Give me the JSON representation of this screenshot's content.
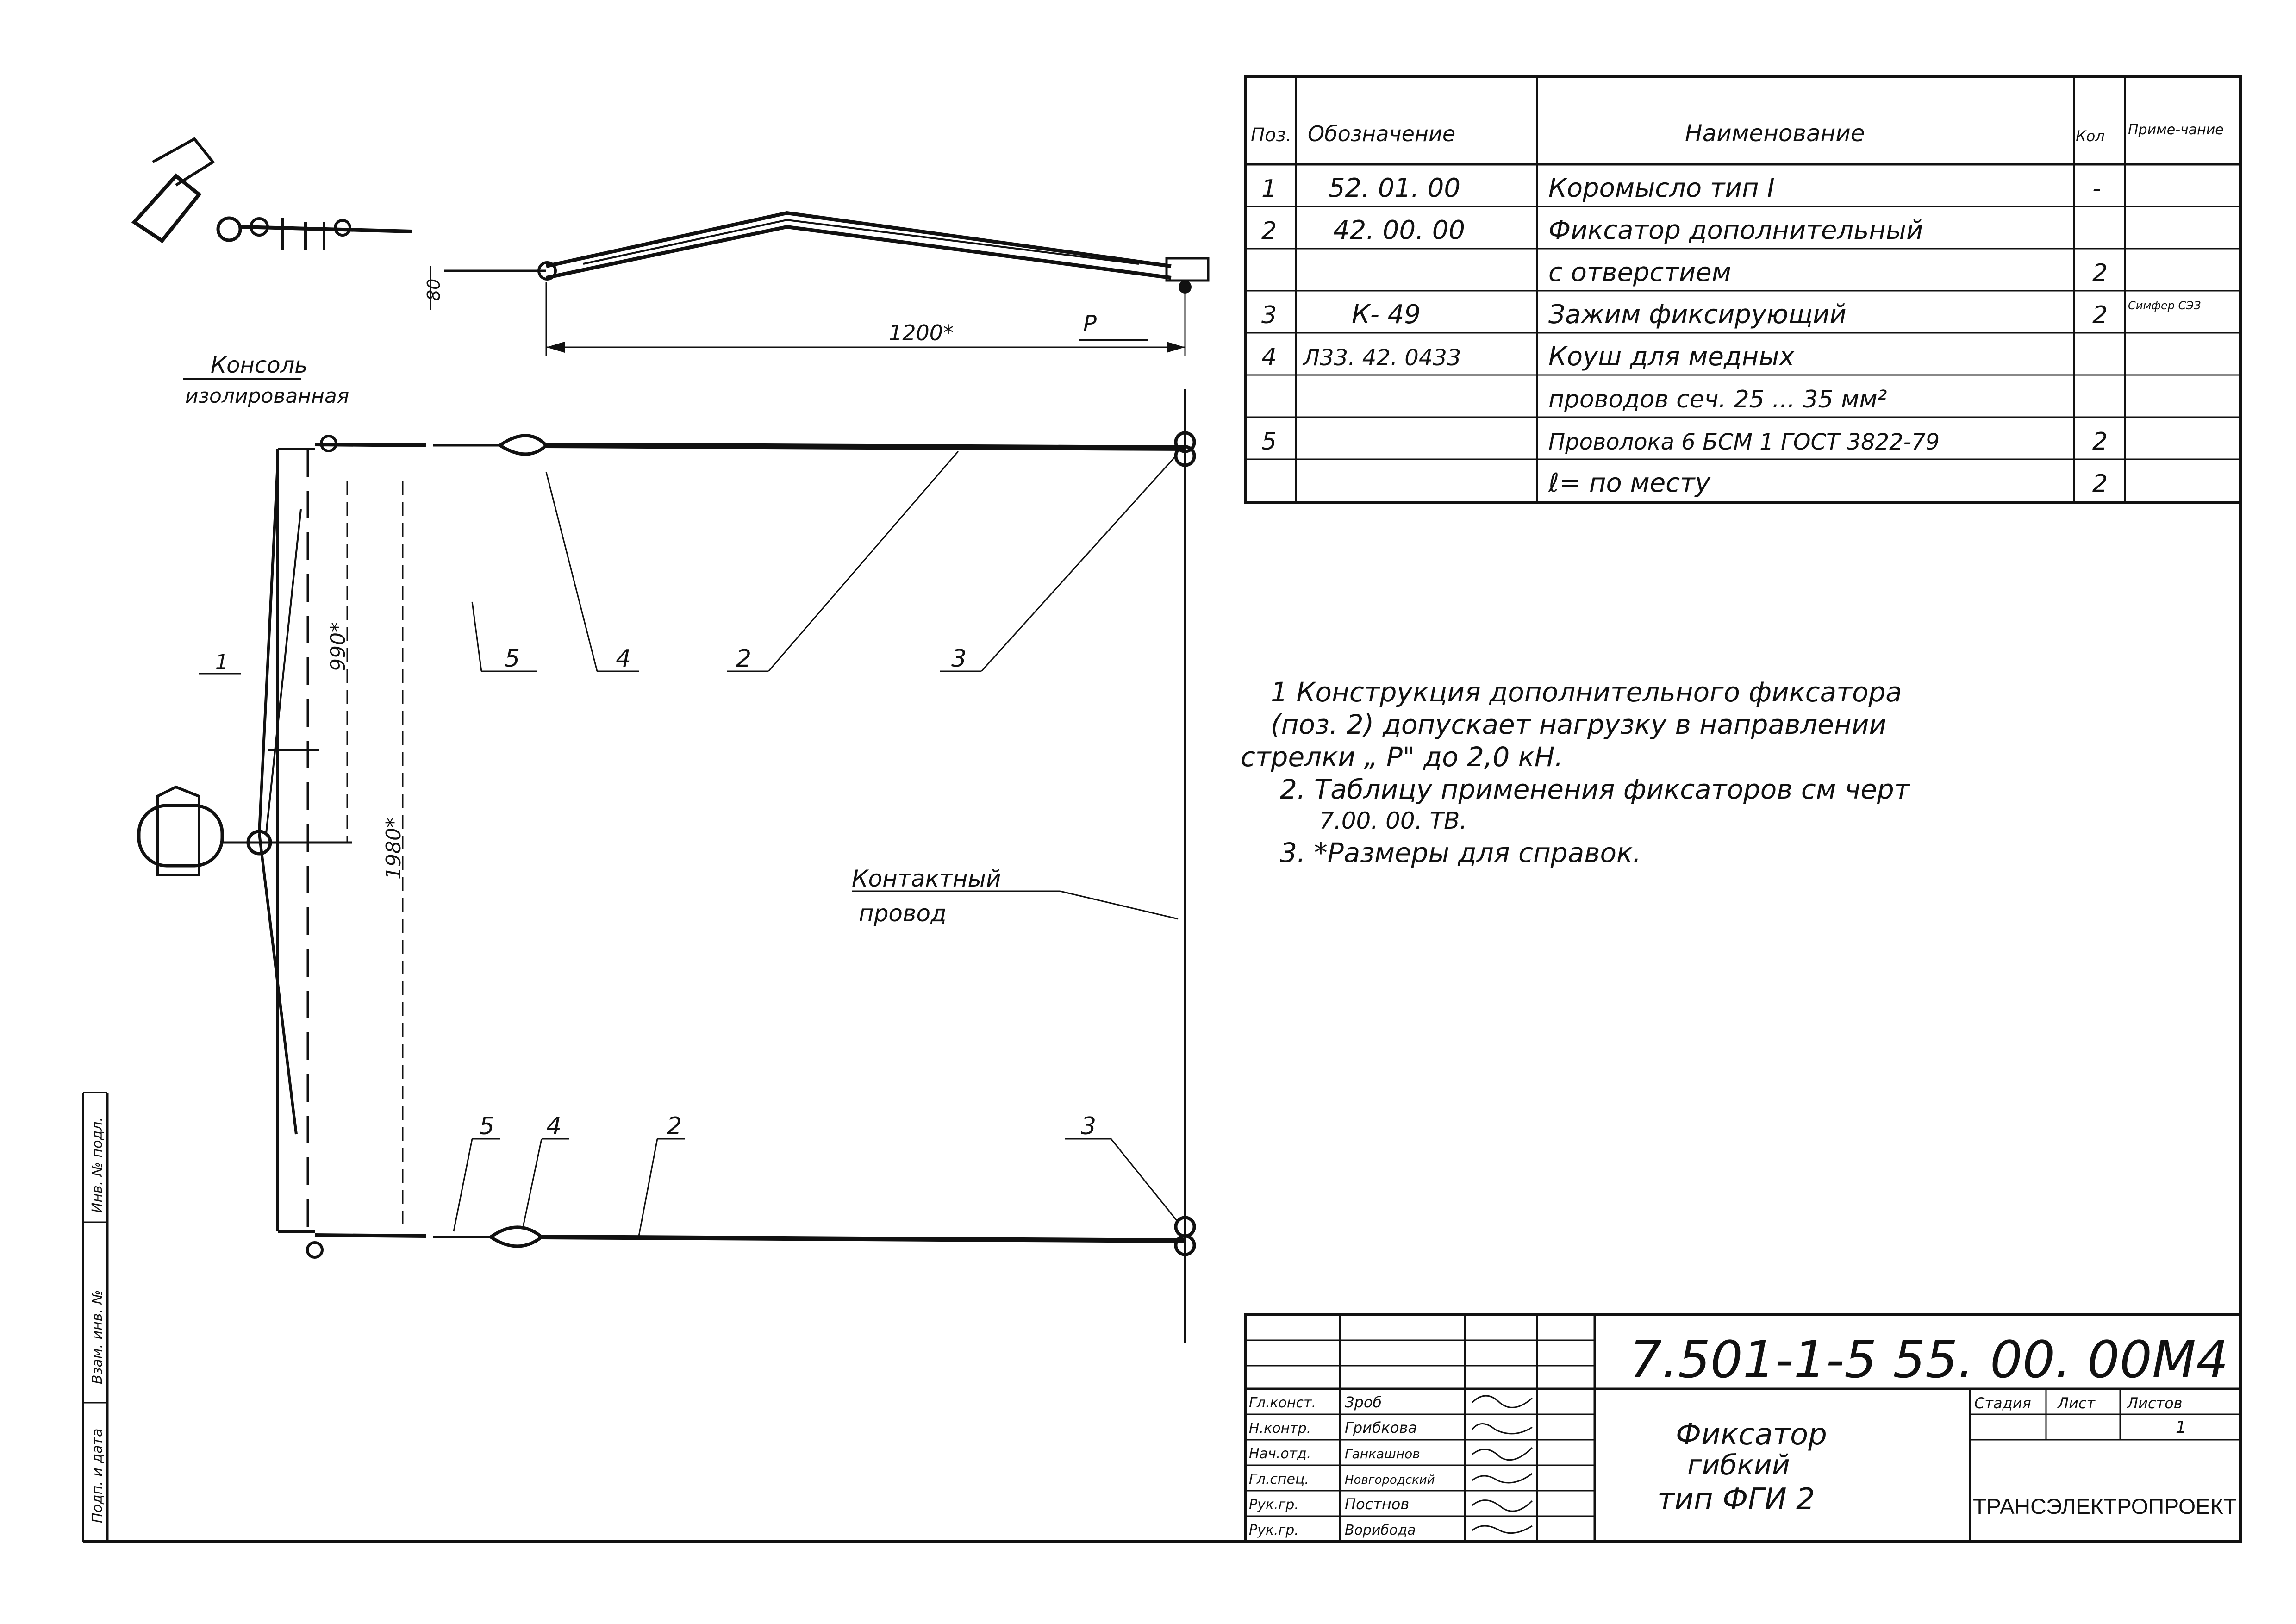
{
  "spec_table": {
    "headers": {
      "pos": "Поз.",
      "designation": "Обозначение",
      "name": "Наименование",
      "qty": "Кол",
      "note": "Приме-чание"
    },
    "rows": [
      {
        "pos": "1",
        "designation": "52. 01. 00",
        "name": "Коромысло   тип I",
        "qty": "-",
        "note": ""
      },
      {
        "pos": "2",
        "designation": "42. 00. 00",
        "name": "Фиксатор дополнительный",
        "qty": "",
        "note": ""
      },
      {
        "pos": "",
        "designation": "",
        "name": "с отверстием",
        "qty": "2",
        "note": ""
      },
      {
        "pos": "3",
        "designation": "К- 49",
        "name": "Зажим фиксирующий",
        "qty": "2",
        "note": "Симфер СЭЗ"
      },
      {
        "pos": "4",
        "designation": "Л33. 42. 0433",
        "name": "Коуш   для медных",
        "qty": "",
        "note": ""
      },
      {
        "pos": "",
        "designation": "",
        "name": "проводов сеч. 25 ... 35 мм²",
        "qty": "",
        "note": ""
      },
      {
        "pos": "5",
        "designation": "",
        "name": "Проволока  6 БСМ 1 ГОСТ 3822-79",
        "qty": "2",
        "note": ""
      },
      {
        "pos": "",
        "designation": "",
        "name": "ℓ= по  месту",
        "qty": "2",
        "note": ""
      }
    ]
  },
  "notes": [
    "1  Конструкция  дополнительного  фиксатора",
    "(поз. 2)  допускает  нагрузку  в  направлении",
    "стрелки  „ Р\"  до  2,0  кН.",
    "2.  Таблицу   применения   фиксаторов  см черт",
    "7.00. 00. ТВ.",
    "3.  *Размеры  для   справок."
  ],
  "labels": {
    "console_line1": "Консоль",
    "console_line2": "изолированная",
    "contact_wire_line1": "Контактный",
    "contact_wire_line2": "провод",
    "dim_1200": "1200*",
    "dim_80": "80",
    "arrow_p": "Р",
    "dim_990": "990*",
    "dim_1980": "1980*",
    "callout_1": "1",
    "callout_top": [
      "5",
      "4",
      "2",
      "3"
    ],
    "callout_bottom": [
      "5",
      "4",
      "2",
      "3"
    ]
  },
  "title_block": {
    "doc_code": "7.501-1-5   55. 00. 00М4",
    "title_line1": "Фиксатор",
    "title_line2": "гибкий",
    "title_line3": "тип ФГИ 2",
    "stage_header": "Стадия",
    "sheet_header": "Лист",
    "sheets_header": "Листов",
    "sheets_value": "1",
    "org": "ТРАНСЭЛЕКТРОПРОЕКТ",
    "roles": [
      {
        "role": "Гл.конст.",
        "name": "Зроб"
      },
      {
        "role": "Н.контр.",
        "name": "Грибкова"
      },
      {
        "role": "Нач.отд.",
        "name": "Ганкашнов"
      },
      {
        "role": "Гл.спец.",
        "name": "Новгородский"
      },
      {
        "role": "Рук.гр.",
        "name": "Постнов"
      },
      {
        "role": "Рук.гр.",
        "name": "Ворибода"
      }
    ]
  },
  "side_stamp": [
    "Подп. и дата",
    "Взам. инв. №",
    "Инв. № подл."
  ]
}
